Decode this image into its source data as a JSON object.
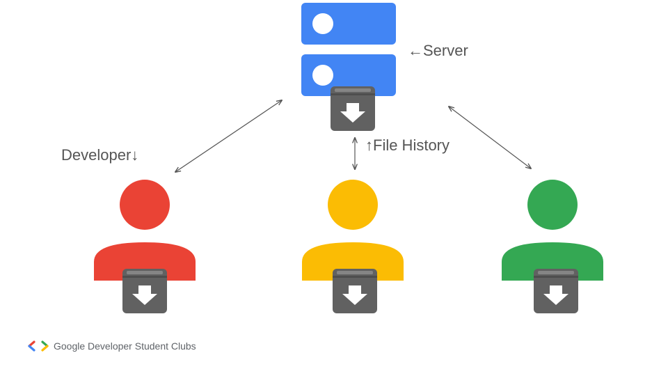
{
  "labels": {
    "server": "←Server",
    "developer": "Developer↓",
    "file_history": "↑File History"
  },
  "footer": {
    "org_name": "Google Developer Student Clubs"
  },
  "colors": {
    "server": "#4285f4",
    "developer_red": "#ea4335",
    "developer_yellow": "#fbbc04",
    "developer_green": "#34a853",
    "archive_box": "#616161",
    "arrow": "#555555"
  },
  "icons": {
    "server_unit": "server-rack-icon",
    "repository": "archive-download-icon",
    "developer": "person-icon",
    "logo": "gdsc-brackets-logo"
  }
}
